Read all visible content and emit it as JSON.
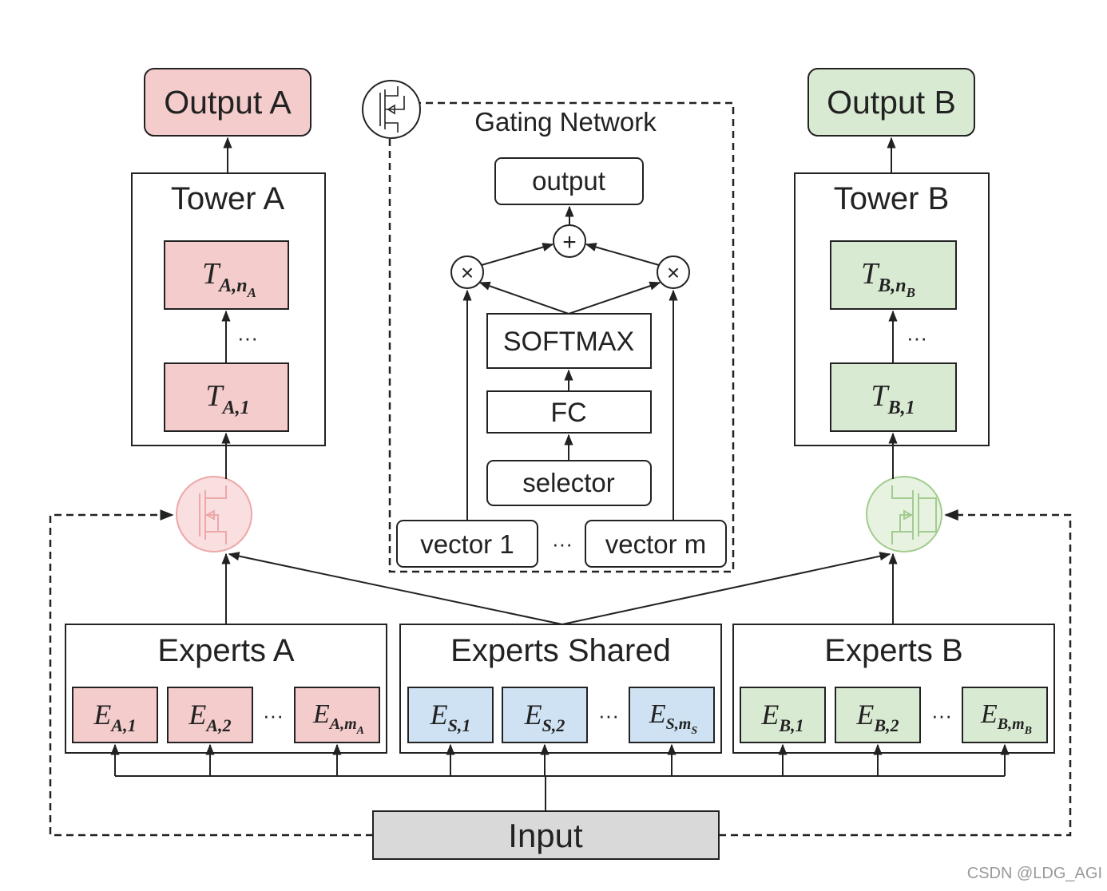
{
  "gating": {
    "title": "Gating Network",
    "output": "output",
    "plus": "+",
    "times_left": "×",
    "times_right": "×",
    "softmax": "SOFTMAX",
    "fc": "FC",
    "selector": "selector",
    "vector_first": "vector 1",
    "vector_dots": "···",
    "vector_last": "vector m"
  },
  "task_a": {
    "output": "Output A",
    "tower": "Tower A",
    "layer_top": {
      "base": "T",
      "sub": "A,n",
      "subsub": "A"
    },
    "layer_dots": "···",
    "layer_bottom": {
      "base": "T",
      "sub": "A,1"
    },
    "experts_title": "Experts A",
    "experts": [
      {
        "base": "E",
        "sub": "A,1"
      },
      {
        "base": "E",
        "sub": "A,2"
      },
      {
        "base": "E",
        "sub": "A,m",
        "subsub": "A"
      }
    ],
    "experts_dots": "···"
  },
  "shared": {
    "experts_title": "Experts Shared",
    "experts": [
      {
        "base": "E",
        "sub": "S,1"
      },
      {
        "base": "E",
        "sub": "S,2"
      },
      {
        "base": "E",
        "sub": "S,m",
        "subsub": "S"
      }
    ],
    "experts_dots": "···"
  },
  "task_b": {
    "output": "Output B",
    "tower": "Tower B",
    "layer_top": {
      "base": "T",
      "sub": "B,n",
      "subsub": "B"
    },
    "layer_dots": "···",
    "layer_bottom": {
      "base": "T",
      "sub": "B,1"
    },
    "experts_title": "Experts B",
    "experts": [
      {
        "base": "E",
        "sub": "B,1"
      },
      {
        "base": "E",
        "sub": "B,2"
      },
      {
        "base": "E",
        "sub": "B,m",
        "subsub": "B"
      }
    ],
    "experts_dots": "···"
  },
  "input": "Input",
  "watermark": "CSDN @LDG_AGI",
  "colors": {
    "task_a_fill": "#f4cccc",
    "task_b_fill": "#d9ead3",
    "shared_fill": "#cfe2f3",
    "input_fill": "#d9d9d9",
    "gate_a": "#ea9999",
    "gate_b": "#93c47d",
    "stroke": "#222222"
  }
}
